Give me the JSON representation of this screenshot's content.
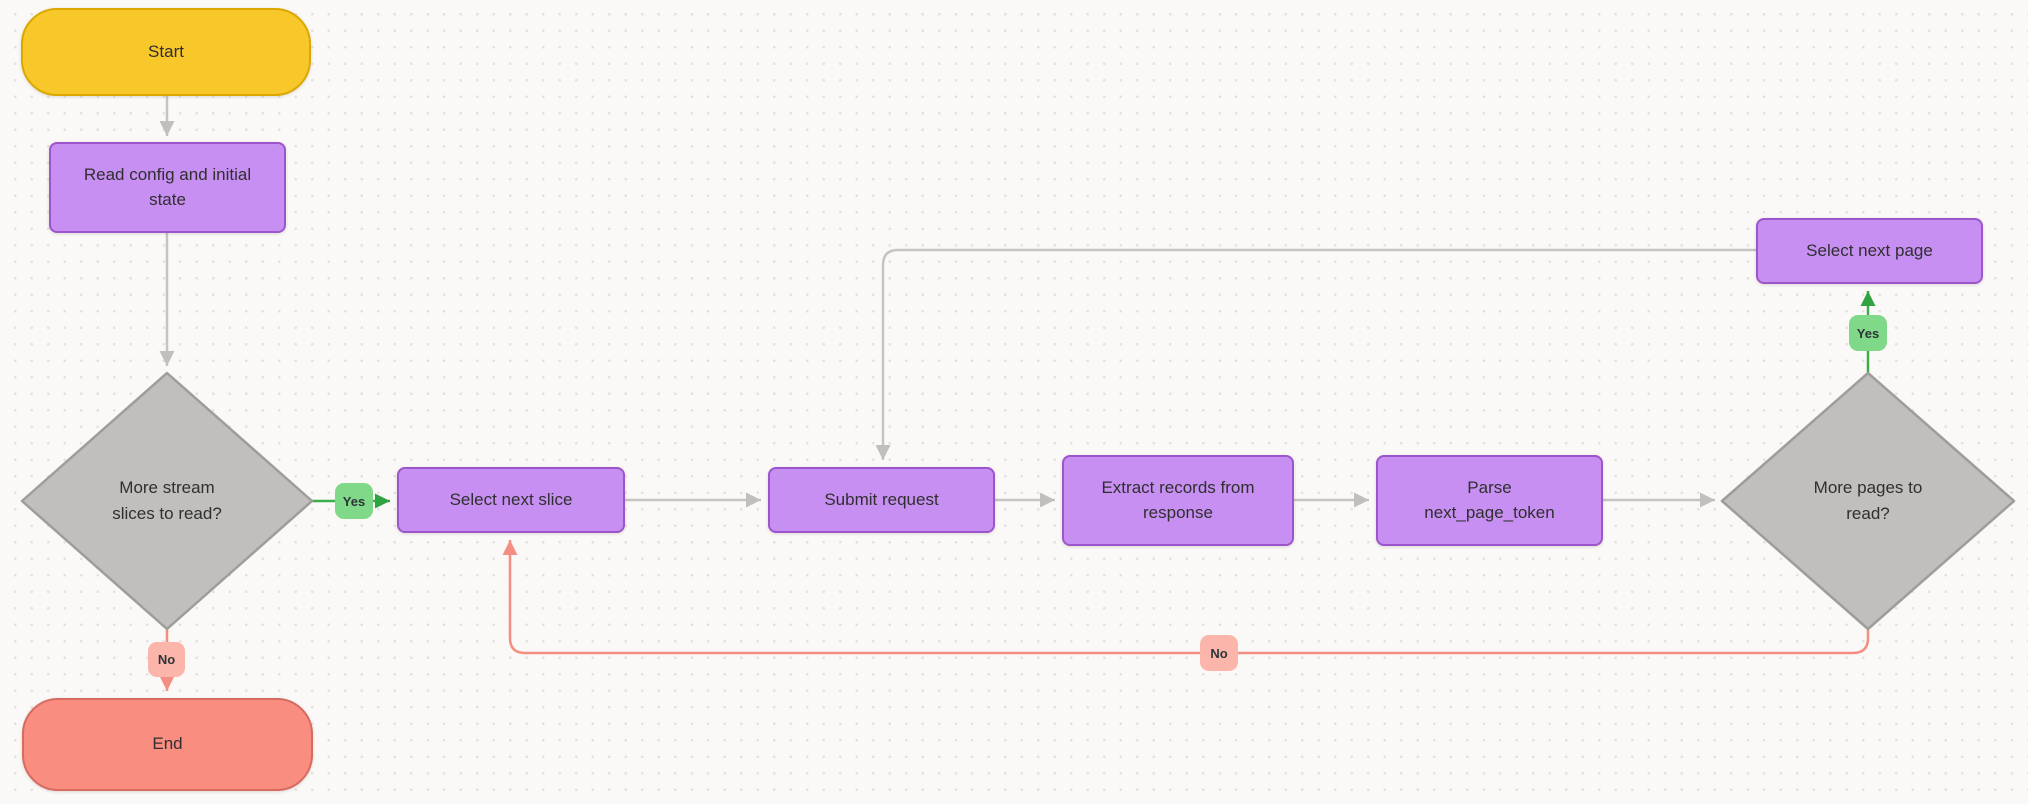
{
  "diagram": {
    "canvas": {
      "background": "#FAF9F7",
      "dot_color": "#E4E1DD"
    },
    "nodes": {
      "start": {
        "type": "terminal",
        "label": "Start",
        "fill": "#F8C82B",
        "border": "#DCA701"
      },
      "read_config": {
        "type": "process",
        "label": "Read config and initial state",
        "label_lines": [
          "Read config and initial",
          "state"
        ],
        "fill": "#C78FF1",
        "border": "#9C55CB"
      },
      "more_slices": {
        "type": "decision",
        "label": "More stream slices to read?",
        "label_lines": [
          "More stream",
          "slices to read?"
        ],
        "fill": "#C0BFBD",
        "border": "#9E9D9B"
      },
      "select_next_slice": {
        "type": "process",
        "label": "Select next slice",
        "fill": "#C78FF1",
        "border": "#9C55CB"
      },
      "submit_request": {
        "type": "process",
        "label": "Submit request",
        "fill": "#C78FF1",
        "border": "#9C55CB"
      },
      "extract_records": {
        "type": "process",
        "label": "Extract records from response",
        "label_lines": [
          "Extract records from",
          "response"
        ],
        "fill": "#C78FF1",
        "border": "#9C55CB"
      },
      "parse_token": {
        "type": "process",
        "label": "Parse next_page_token",
        "label_lines": [
          "Parse",
          "next_page_token"
        ],
        "fill": "#C78FF1",
        "border": "#9C55CB"
      },
      "more_pages": {
        "type": "decision",
        "label": "More pages to read?",
        "label_lines": [
          "More pages to",
          "read?"
        ],
        "fill": "#C0BFBD",
        "border": "#9E9D9B"
      },
      "select_next_page": {
        "type": "process",
        "label": "Select next page",
        "fill": "#C78FF1",
        "border": "#9C55CB"
      },
      "end": {
        "type": "terminal",
        "label": "End",
        "fill": "#F88D80",
        "border": "#D76B60"
      }
    },
    "edge_labels": {
      "yes_slices": {
        "label": "Yes",
        "fill": "#80D889"
      },
      "no_slices": {
        "label": "No",
        "fill": "#FBB5AA"
      },
      "yes_pages": {
        "label": "Yes",
        "fill": "#80D889"
      },
      "no_pages": {
        "label": "No",
        "fill": "#FBB5AA"
      }
    },
    "connector_colors": {
      "default": "#C6C4C1",
      "yes": "#3BAE4A",
      "no": "#F58E82"
    }
  }
}
